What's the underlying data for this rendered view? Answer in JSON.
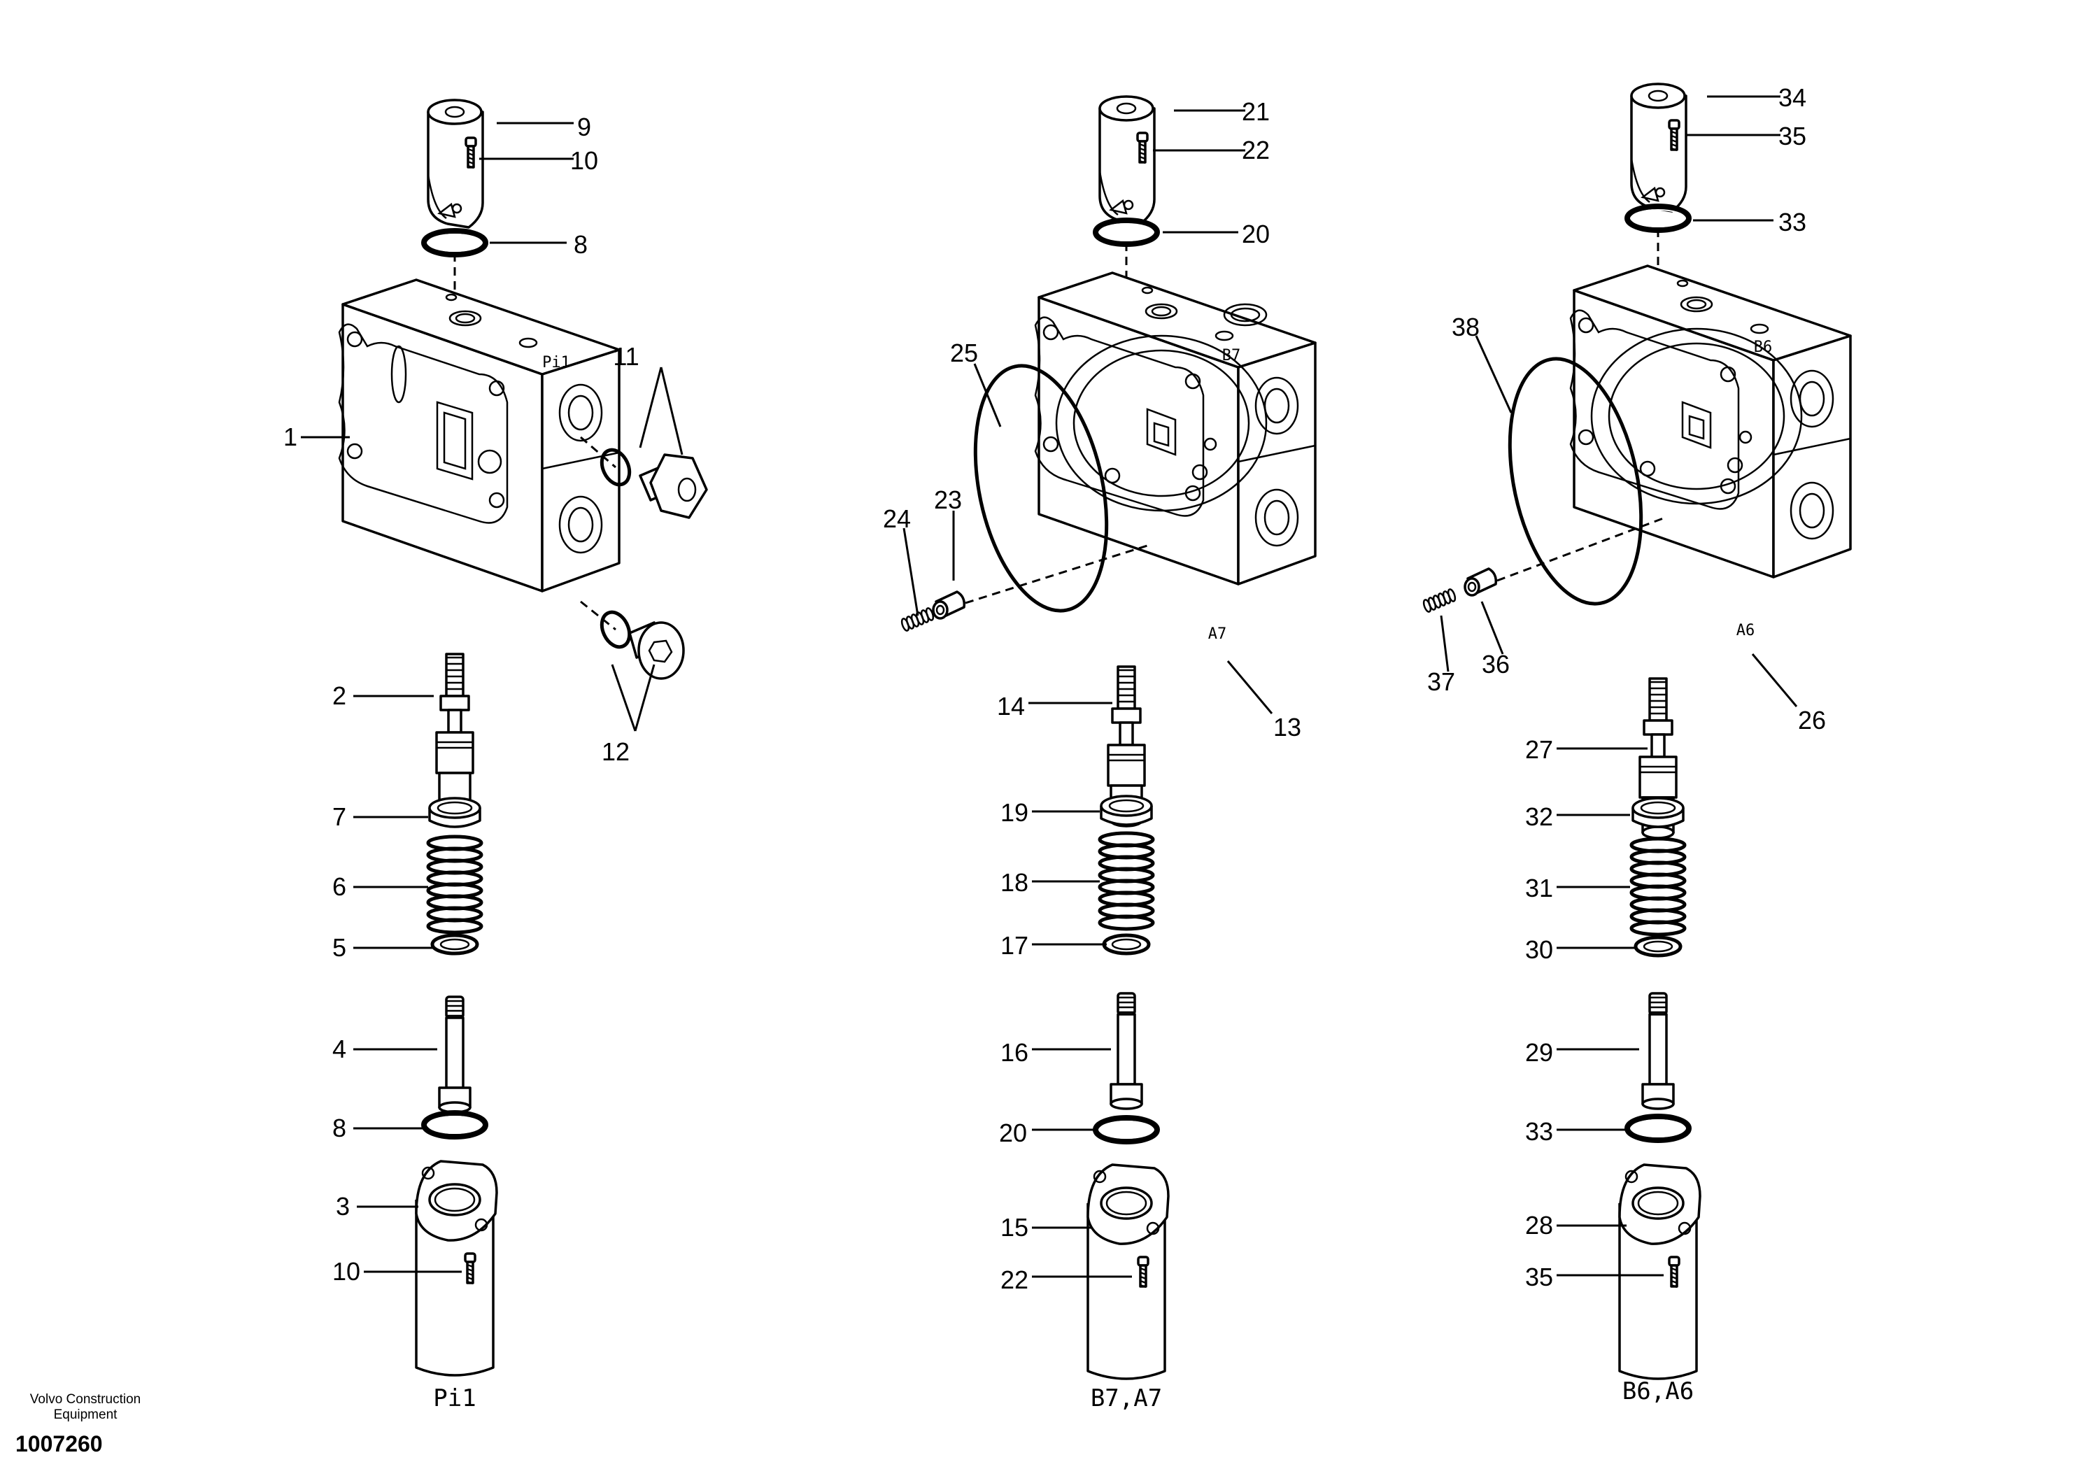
{
  "sections": [
    {
      "caption": "Pi1",
      "port_labels": [
        "Pi1"
      ],
      "callouts": [
        {
          "n": "1"
        },
        {
          "n": "2"
        },
        {
          "n": "3"
        },
        {
          "n": "4"
        },
        {
          "n": "5"
        },
        {
          "n": "6"
        },
        {
          "n": "7"
        },
        {
          "n": "8"
        },
        {
          "n": "8"
        },
        {
          "n": "9"
        },
        {
          "n": "10"
        },
        {
          "n": "10"
        },
        {
          "n": "11"
        },
        {
          "n": "12"
        }
      ]
    },
    {
      "caption": "B7,A7",
      "port_labels": [
        "B7",
        "A7"
      ],
      "callouts": [
        {
          "n": "13"
        },
        {
          "n": "14"
        },
        {
          "n": "15"
        },
        {
          "n": "16"
        },
        {
          "n": "17"
        },
        {
          "n": "18"
        },
        {
          "n": "19"
        },
        {
          "n": "20"
        },
        {
          "n": "20"
        },
        {
          "n": "21"
        },
        {
          "n": "22"
        },
        {
          "n": "22"
        },
        {
          "n": "23"
        },
        {
          "n": "24"
        },
        {
          "n": "25"
        }
      ]
    },
    {
      "caption": "B6,A6",
      "port_labels": [
        "B6",
        "A6"
      ],
      "callouts": [
        {
          "n": "26"
        },
        {
          "n": "27"
        },
        {
          "n": "28"
        },
        {
          "n": "29"
        },
        {
          "n": "30"
        },
        {
          "n": "31"
        },
        {
          "n": "32"
        },
        {
          "n": "33"
        },
        {
          "n": "33"
        },
        {
          "n": "34"
        },
        {
          "n": "35"
        },
        {
          "n": "35"
        },
        {
          "n": "36"
        },
        {
          "n": "37"
        },
        {
          "n": "38"
        }
      ]
    }
  ],
  "footer": {
    "org_line1": "Volvo Construction",
    "org_line2": "Equipment",
    "doc_number": "1007260"
  }
}
